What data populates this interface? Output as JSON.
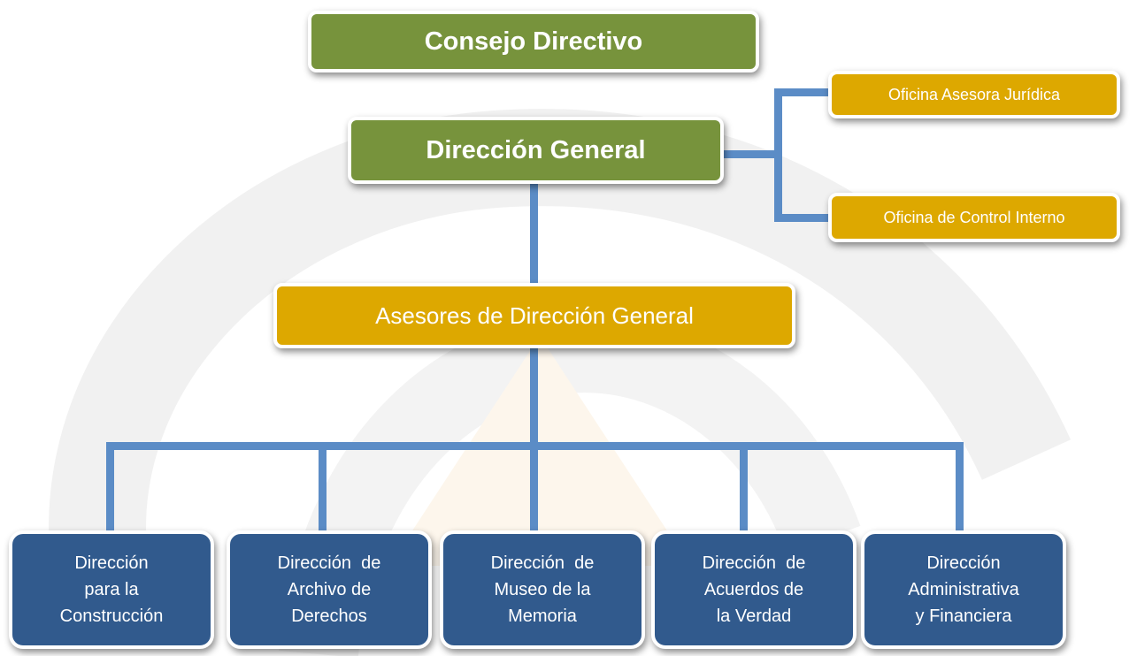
{
  "colors": {
    "green": "#77933c",
    "gold": "#dda800",
    "navy": "#315a8d",
    "connector": "#5b8cc6"
  },
  "nodes": {
    "consejo": "Consejo Directivo",
    "direccion_general": "Dirección General",
    "juridica": "Oficina Asesora Jurídica",
    "control_interno": "Oficina de Control Interno",
    "asesores": "Asesores de Dirección General",
    "directions": [
      {
        "lines": [
          "Dirección",
          "para la",
          "Construcción"
        ]
      },
      {
        "lines": [
          "Dirección  de",
          "Archivo de",
          "Derechos"
        ]
      },
      {
        "lines": [
          "Dirección  de",
          "Museo de la",
          "Memoria"
        ]
      },
      {
        "lines": [
          "Dirección  de",
          "Acuerdos de",
          "la Verdad"
        ]
      },
      {
        "lines": [
          "Dirección",
          "Administrativa",
          "y Financiera"
        ]
      }
    ]
  }
}
